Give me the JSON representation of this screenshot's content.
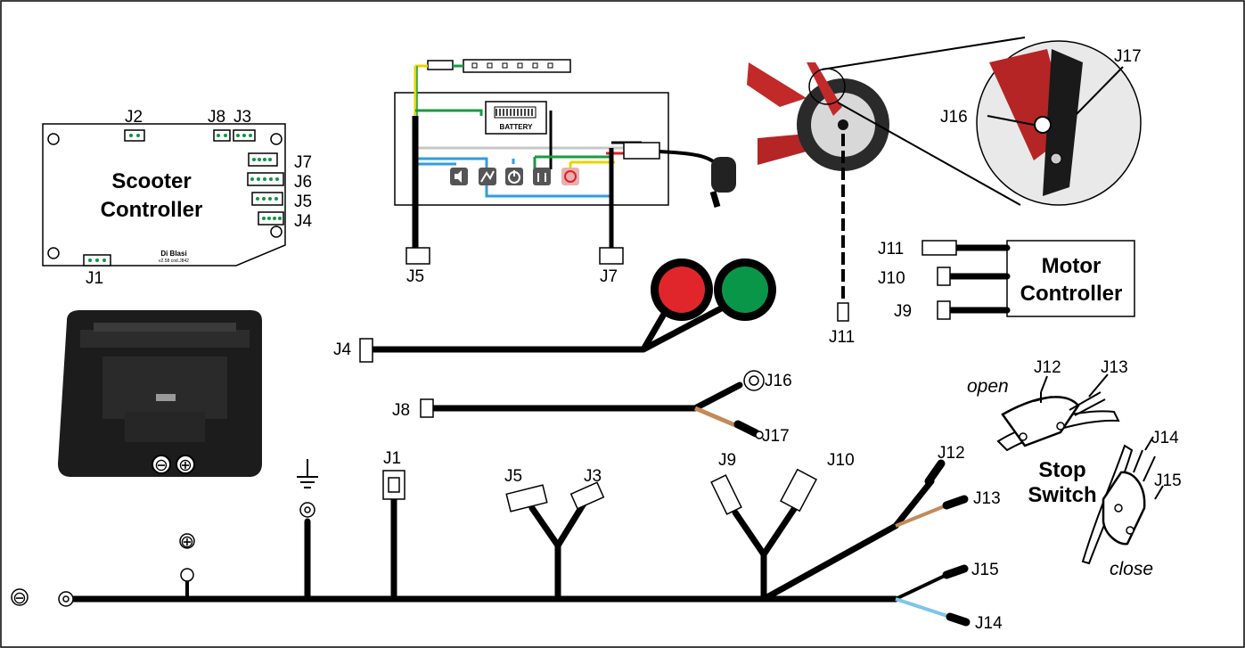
{
  "board": {
    "title_line1": "Scooter",
    "title_line2": "Controller",
    "logo": "Di Blasi",
    "logo_sub": "v2.58  cod.J842",
    "connectors": [
      "J2",
      "J8",
      "J3",
      "J7",
      "J6",
      "J5",
      "J4",
      "J1"
    ]
  },
  "display": {
    "battery_label": "BATTERY",
    "icons": [
      "speaker-icon",
      "speed-icon",
      "power-icon",
      "up-down-icon",
      "brake-icon"
    ],
    "connectors": [
      "J5",
      "J7"
    ]
  },
  "wheel": {
    "callouts": [
      "J16",
      "J17"
    ],
    "connector": "J11"
  },
  "motor_controller": {
    "title_line1": "Motor",
    "title_line2": "Controller",
    "connectors": [
      "J11",
      "J10",
      "J9"
    ]
  },
  "buttons_cable": {
    "connector": "J4",
    "button_colors": [
      "#e0262b",
      "#0a9648"
    ]
  },
  "sensor_cable": {
    "connector": "J8",
    "ends": [
      "J16",
      "J17"
    ]
  },
  "battery": {
    "minus": "⊖",
    "plus": "⊕"
  },
  "stop_switch": {
    "title_line1": "Stop",
    "title_line2": "Switch",
    "state_open": "open",
    "state_close": "close",
    "terminals": [
      "J12",
      "J13",
      "J14",
      "J15"
    ]
  },
  "harness": {
    "minus": "⊖",
    "plus": "⊕",
    "connectors": [
      "J1",
      "J5",
      "J3",
      "J9",
      "J10",
      "J12",
      "J13",
      "J15",
      "J14"
    ]
  }
}
